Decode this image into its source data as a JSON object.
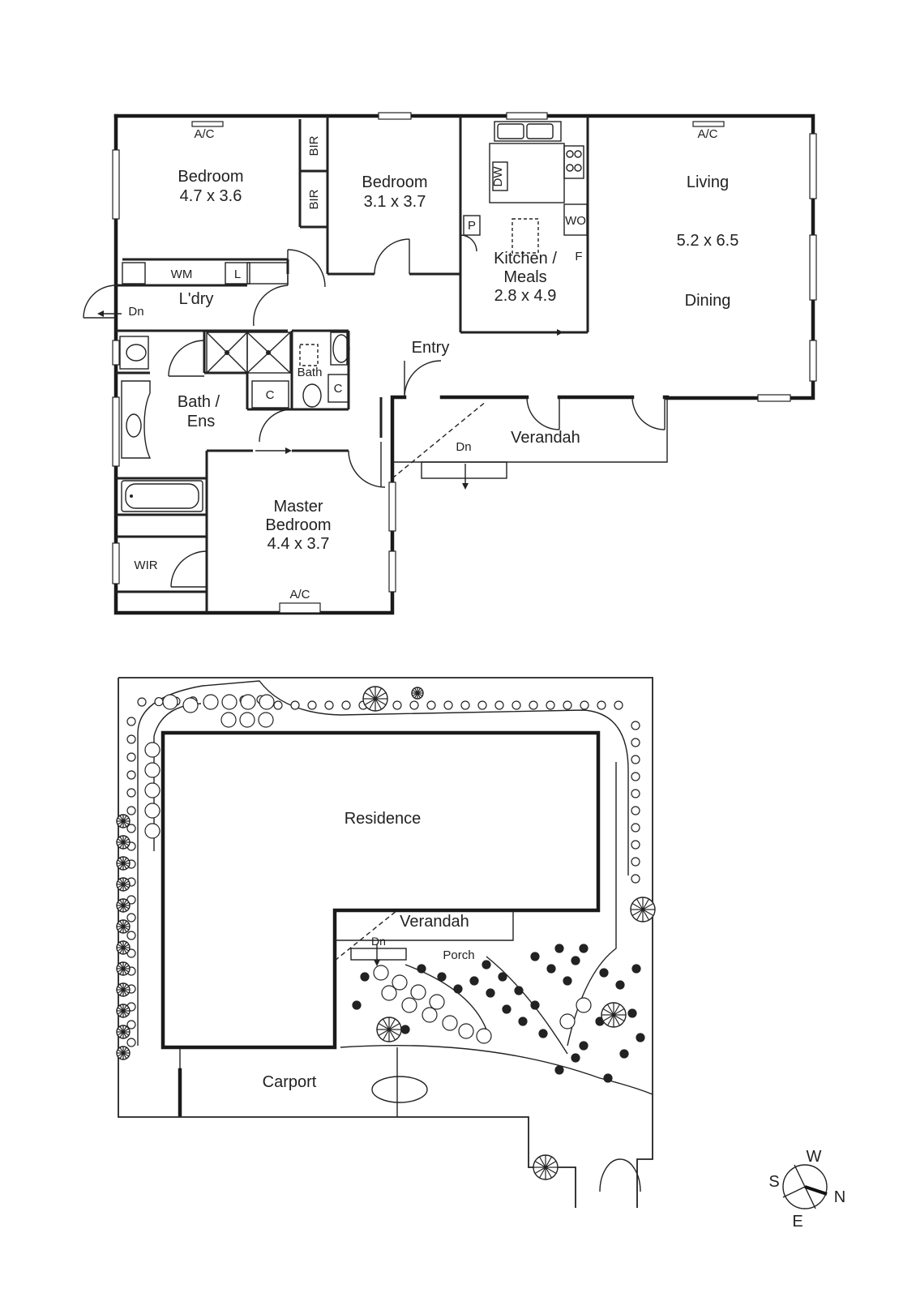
{
  "floor_plan": {
    "rooms": [
      {
        "name": "Bedroom",
        "size": "4.7 x 3.6"
      },
      {
        "name": "Bedroom",
        "size": "3.1 x 3.7"
      },
      {
        "name": "Kitchen /",
        "name2": "Meals",
        "size": "2.8 x 4.9"
      },
      {
        "name": "Living",
        "size": "5.2 x 6.5",
        "name2": "Dining"
      },
      {
        "name": "L'dry"
      },
      {
        "name": "Bath /",
        "name2": "Ens"
      },
      {
        "name": "Master",
        "name2": "Bedroom",
        "size": "4.4 x 3.7"
      }
    ],
    "labels": {
      "entry": "Entry",
      "verandah": "Verandah",
      "dn": "Dn",
      "bath": "Bath",
      "wir": "WIR",
      "bir": "BIR",
      "ac": "A/C",
      "wm": "WM",
      "l": "L",
      "c": "C",
      "dw": "DW",
      "p": "P",
      "wo": "WO",
      "f": "F"
    }
  },
  "site_plan": {
    "residence": "Residence",
    "verandah": "Verandah",
    "porch": "Porch",
    "carport": "Carport",
    "dn": "Dn"
  },
  "compass": {
    "w": "W",
    "s": "S",
    "n": "N",
    "e": "E"
  }
}
